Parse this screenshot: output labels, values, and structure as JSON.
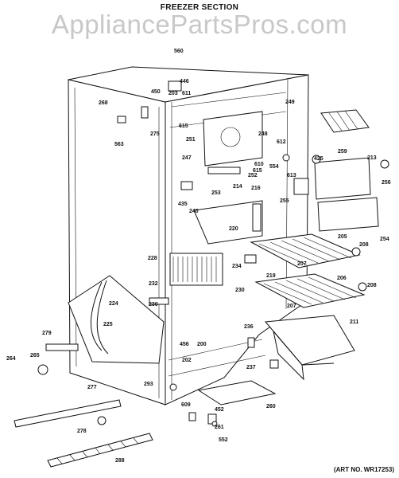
{
  "header": {
    "title": "FREEZER SECTION",
    "watermark": "AppliancePartsPros.com"
  },
  "footer": {
    "art_number": "(ART NO. WR17253)"
  },
  "callouts": [
    "560",
    "446",
    "450",
    "203",
    "611",
    "268",
    "615",
    "275",
    "251",
    "563",
    "249",
    "248",
    "247",
    "612",
    "610",
    "615",
    "554",
    "425",
    "613",
    "252",
    "259",
    "213",
    "256",
    "253",
    "214",
    "216",
    "255",
    "435",
    "240",
    "254",
    "220",
    "205",
    "208",
    "228",
    "234",
    "207",
    "219",
    "206",
    "208",
    "224",
    "232",
    "230",
    "230",
    "207",
    "225",
    "279",
    "456",
    "200",
    "236",
    "211",
    "265",
    "264",
    "202",
    "237",
    "277",
    "293",
    "609",
    "452",
    "260",
    "278",
    "261",
    "552",
    "288"
  ]
}
